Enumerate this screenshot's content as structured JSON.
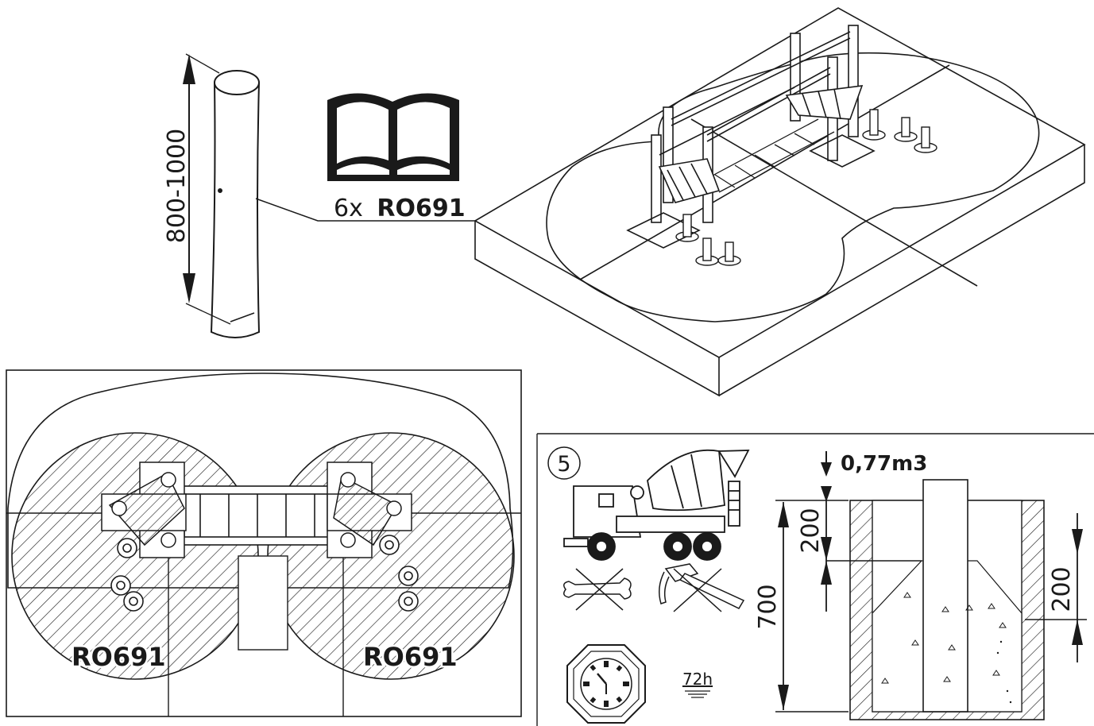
{
  "post": {
    "dimension_label": "800-1000"
  },
  "manual": {
    "quantity": "6x",
    "part_code": "RO691"
  },
  "plan": {
    "left_label": "RO691",
    "right_label": "RO691"
  },
  "concrete": {
    "step_number": "5",
    "volume": "0,77m3",
    "depth_total": "700",
    "top_offset": "200",
    "side_offset": "200",
    "cure_time": "72h"
  },
  "icons": {
    "manual": "open-book-icon",
    "truck": "concrete-mixer-truck-icon",
    "no_wrench": "no-wrench-icon",
    "no_hammer": "no-hammer-icon",
    "clock": "clock-icon"
  }
}
